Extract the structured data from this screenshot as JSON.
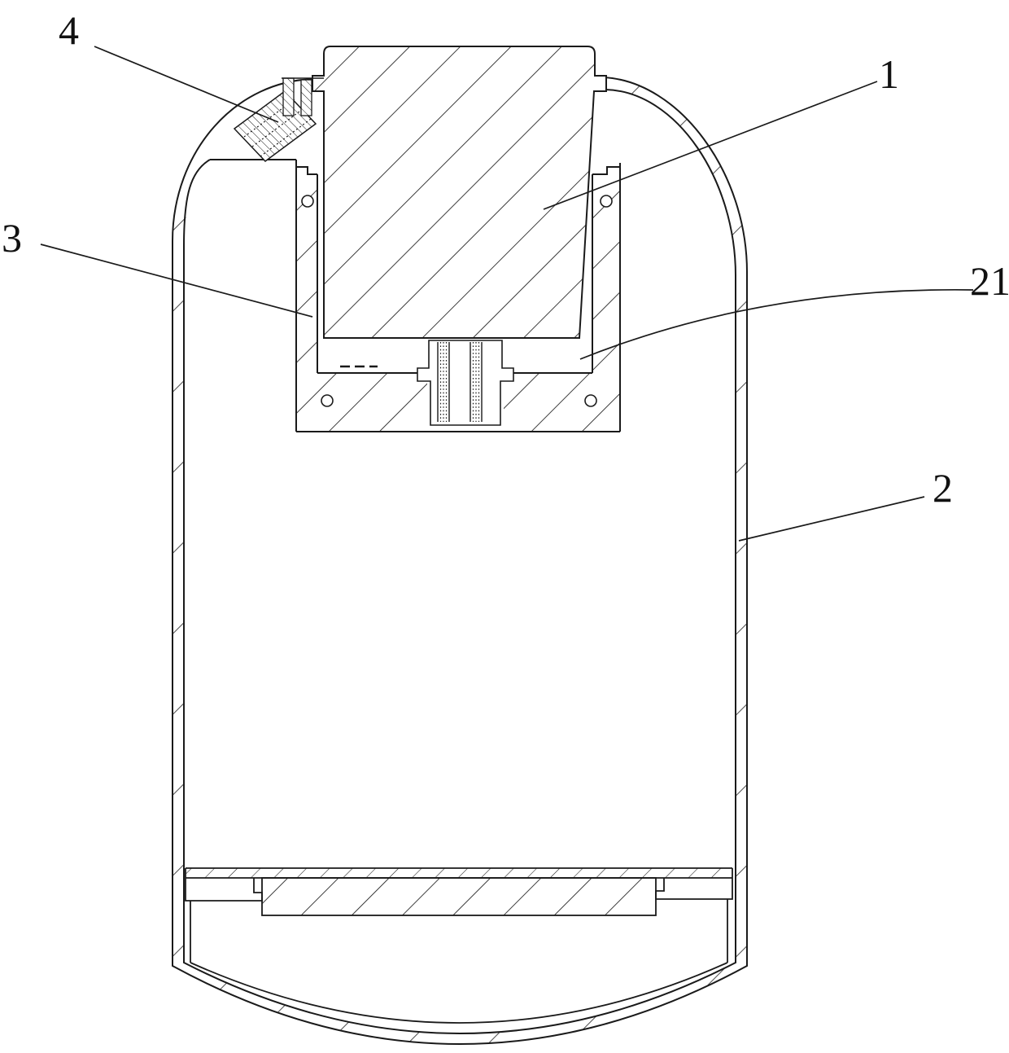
{
  "figure": {
    "background": "#ffffff",
    "line_color": "#1a1a1a",
    "labels": {
      "part1": "1",
      "part2": "2",
      "part3": "3",
      "part4": "4",
      "part21": "21"
    }
  }
}
